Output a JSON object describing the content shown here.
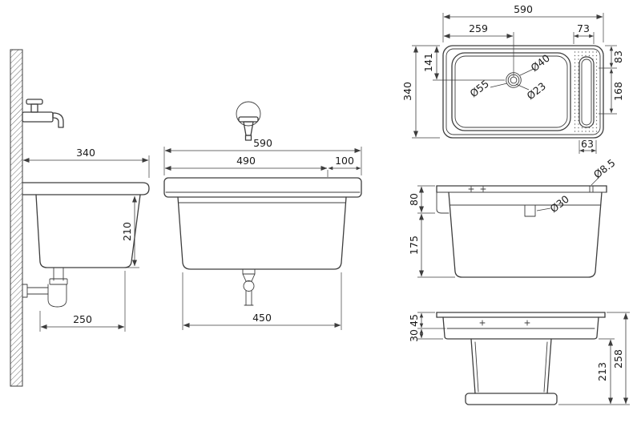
{
  "colors": {
    "background": "#ffffff",
    "line": "#3d3d3d",
    "text": "#1a1a1a"
  },
  "side_view": {
    "depth": "340",
    "height": "210",
    "bottom_depth": "250"
  },
  "front_view": {
    "overall_width": "590",
    "basin_width": "490",
    "drainboard_width": "100",
    "base_width": "450"
  },
  "plan_view": {
    "overall_width": "590",
    "drain_offset_x": "259",
    "drainboard_width": "73",
    "drain_offset_y": "141",
    "overall_depth": "340",
    "right_top": "83",
    "right_bottom": "168",
    "slot_width": "63",
    "dia_large": "Ø55",
    "dia_mid": "Ø40",
    "dia_small": "Ø23"
  },
  "section_view": {
    "rim_height": "80",
    "body_height": "175",
    "dia_fixing": "Ø8.5",
    "dia_drain": "Ø30"
  },
  "end_view": {
    "rim_height": "45",
    "apron_height": "30",
    "body_height": "213",
    "overall_height": "258"
  }
}
